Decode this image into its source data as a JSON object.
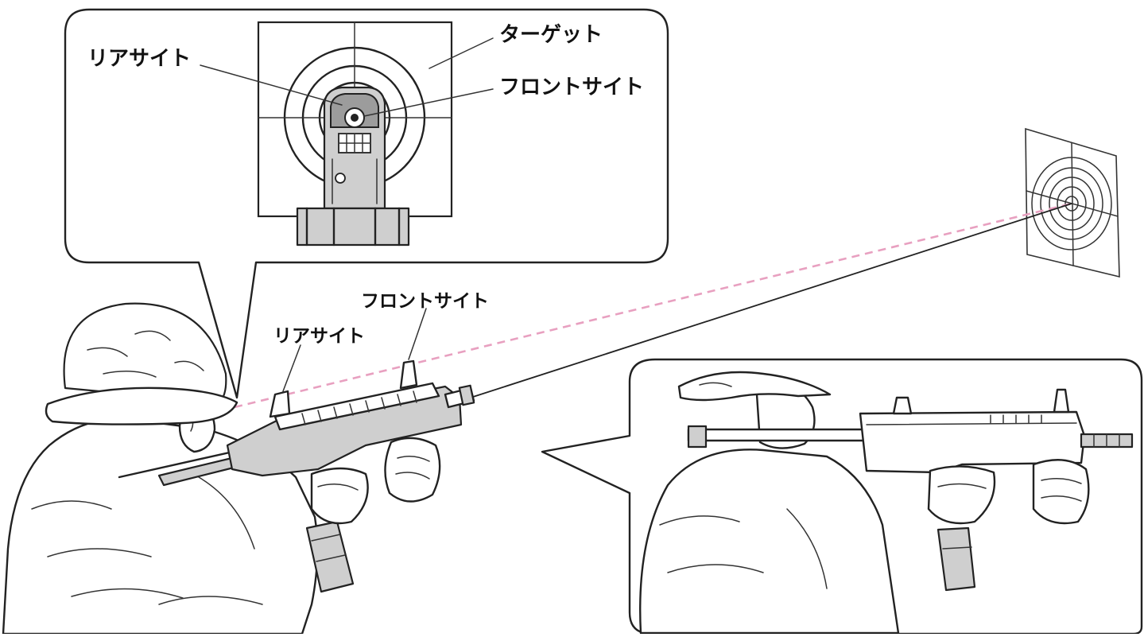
{
  "inset_view": {
    "label_rear_sight": "リアサイト",
    "label_target": "ターゲット",
    "label_front_sight": "フロントサイト"
  },
  "main_view": {
    "label_front_sight": "フロントサイト",
    "label_rear_sight": "リアサイト"
  },
  "colors": {
    "line_of_sight": "#e8a0c0",
    "ink": "#222222",
    "shade": "#cfcfcf"
  }
}
